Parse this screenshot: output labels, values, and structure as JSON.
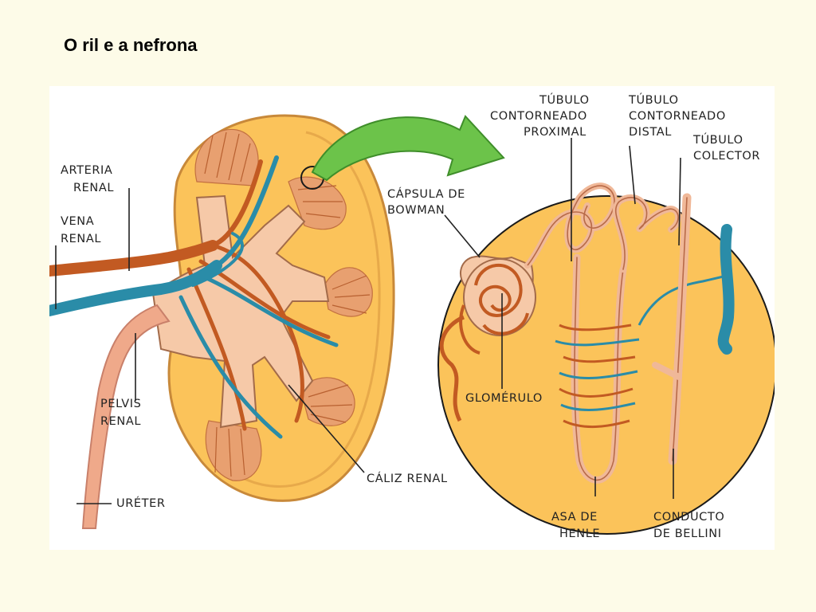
{
  "slide": {
    "title": "O ril e a nefrona"
  },
  "labels": {
    "arteria_renal": [
      "ARTERIA",
      "RENAL"
    ],
    "vena_renal": [
      "VENA",
      "RENAL"
    ],
    "pelvis_renal": [
      "PELVIS",
      "RENAL"
    ],
    "ureter": "URÉTER",
    "caliz_renal": "CÁLIZ RENAL",
    "tubulo_proximal": [
      "TÚBULO",
      "CONTORNEADO",
      "PROXIMAL"
    ],
    "tubulo_distal": [
      "TÚBULO",
      "CONTORNEADO",
      "DISTAL"
    ],
    "tubulo_colector": [
      "TÚBULO",
      "COLECTOR"
    ],
    "capsula_bowman": [
      "CÁPSULA DE",
      "BOWMAN"
    ],
    "glomerulo": "GLOMÉRULO",
    "asa_henle": [
      "ASA DE",
      "HENLE"
    ],
    "conducto_bellini": [
      "CONDUCTO",
      "DE BELLINI"
    ]
  },
  "colors": {
    "background": "#fdfbe8",
    "kidney_cortex": "#fbc35a",
    "kidney_outline": "#c8893a",
    "pelvis": "#f6c9a8",
    "artery": "#c25a22",
    "vein": "#2a8ca8",
    "ureter": "#efa98a",
    "arrow": "#6cc34a"
  }
}
